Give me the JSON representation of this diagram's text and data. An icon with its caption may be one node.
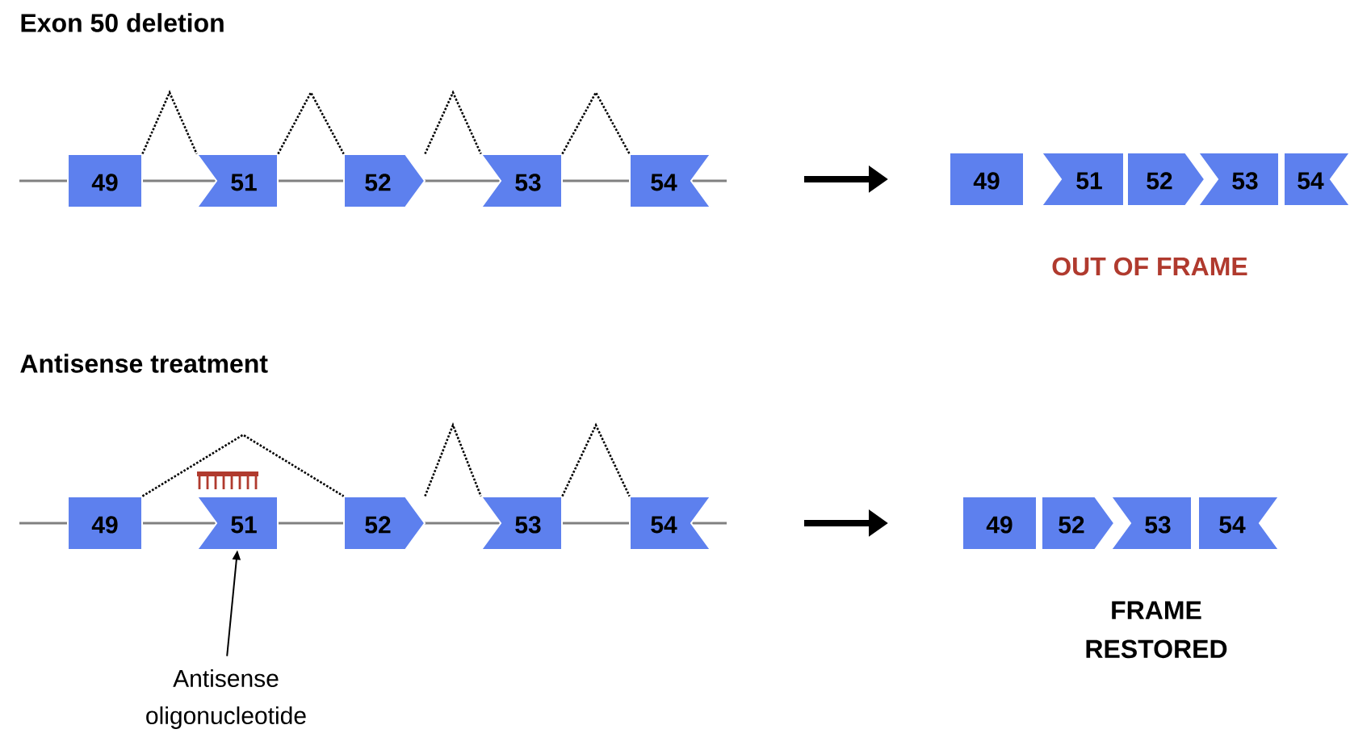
{
  "diagram": {
    "nodes": [
      {
        "text": [
          "49"
        ]
      },
      {
        "text": [
          "51"
        ]
      },
      {
        "text": [
          "52"
        ]
      },
      {
        "text": [
          "53"
        ]
      },
      {
        "text": [
          "54"
        ]
      },
      {
        "text": [
          "49"
        ]
      },
      {
        "text": [
          "51"
        ]
      },
      {
        "text": [
          "52"
        ]
      },
      {
        "text": [
          "53"
        ]
      },
      {
        "text": [
          "54"
        ]
      },
      {
        "text": [
          "49"
        ]
      },
      {
        "text": [
          "51"
        ]
      },
      {
        "text": [
          "52"
        ]
      },
      {
        "text": [
          "53"
        ]
      },
      {
        "text": [
          "54"
        ]
      },
      {
        "text": [
          "49"
        ]
      },
      {
        "text": [
          "52"
        ]
      },
      {
        "text": [
          "53"
        ]
      },
      {
        "text": [
          "54"
        ]
      },
      {
        "text": [
          "Antisense oligonucleotide"
        ]
      }
    ],
    "edges": [
      {
        "from": 0,
        "to": 1,
        "arrow": "none",
        "style": "dashed"
      },
      {
        "from": 1,
        "to": 2,
        "arrow": "none",
        "style": "dashed"
      },
      {
        "from": 2,
        "to": 3,
        "arrow": "none",
        "style": "dashed"
      },
      {
        "from": 3,
        "to": 4,
        "arrow": "none",
        "style": "dashed"
      },
      {
        "from": 10,
        "to": 12,
        "arrow": "none",
        "style": "dashed"
      },
      {
        "from": 12,
        "to": 13,
        "arrow": "none",
        "style": "dashed"
      },
      {
        "from": 13,
        "to": 14,
        "arrow": "none",
        "style": "dashed"
      },
      {
        "from": 19,
        "to": 11,
        "arrow": "to"
      }
    ],
    "labels": [
      "Exon 50 deletion",
      "OUT OF FRAME",
      "Antisense treatment",
      "FRAME RESTORED"
    ]
  }
}
